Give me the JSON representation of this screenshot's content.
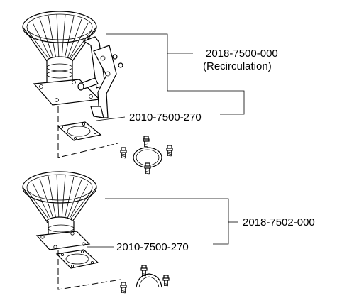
{
  "diagram": {
    "upper_assembly": {
      "assembly_part_number": "2018-7500-000",
      "assembly_note": "(Recirculation)",
      "gasket_part_number": "2010-7500-270"
    },
    "lower_assembly": {
      "assembly_part_number": "2018-7502-000",
      "gasket_part_number": "2010-7500-270"
    }
  }
}
